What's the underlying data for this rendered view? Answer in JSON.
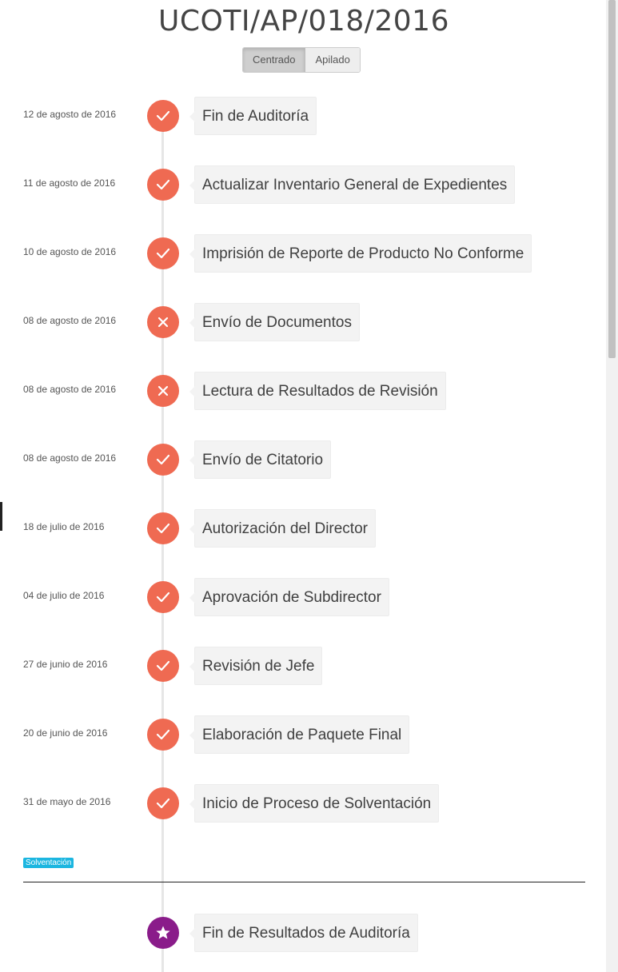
{
  "title": "UCOTI/AP/018/2016",
  "view_toggle": {
    "options": [
      "Centrado",
      "Apilado"
    ],
    "selected": "Centrado"
  },
  "colors": {
    "done": "#ef6a52",
    "milestone": "#8a1c8a",
    "section_tag": "#1cb6e0"
  },
  "events": [
    {
      "date": "12 de agosto de 2016",
      "label": "Fin de Auditoría",
      "icon": "check-icon"
    },
    {
      "date": "11 de agosto de 2016",
      "label": "Actualizar Inventario General de Expedientes",
      "icon": "check-icon"
    },
    {
      "date": "10 de agosto de 2016",
      "label": "Imprisión de Reporte de Producto No Conforme",
      "icon": "check-icon"
    },
    {
      "date": "08 de agosto de 2016",
      "label": "Envío de Documentos",
      "icon": "x-icon"
    },
    {
      "date": "08 de agosto de 2016",
      "label": "Lectura de Resultados de Revisión",
      "icon": "x-icon"
    },
    {
      "date": "08 de agosto de 2016",
      "label": "Envío de Citatorio",
      "icon": "check-icon"
    },
    {
      "date": "18 de julio de 2016",
      "label": "Autorización del Director",
      "icon": "check-icon"
    },
    {
      "date": "04 de julio de 2016",
      "label": "Aprovación de Subdirector",
      "icon": "check-icon"
    },
    {
      "date": "27 de junio de 2016",
      "label": "Revisión de Jefe",
      "icon": "check-icon"
    },
    {
      "date": "20 de junio de 2016",
      "label": "Elaboración de Paquete Final",
      "icon": "check-icon"
    },
    {
      "date": "31 de mayo de 2016",
      "label": "Inicio de Proceso de Solventación",
      "icon": "check-icon"
    }
  ],
  "section": {
    "tag": "Solventación"
  },
  "milestone": {
    "label": "Fin de Resultados de Auditoría",
    "icon": "star-icon"
  }
}
